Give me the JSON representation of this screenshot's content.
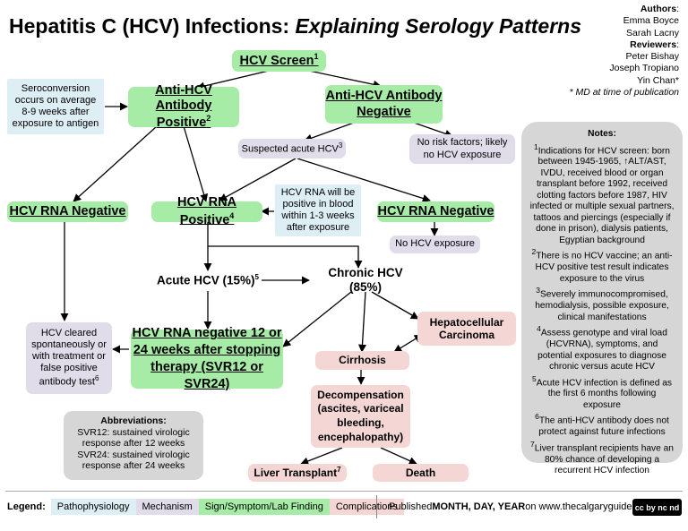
{
  "header": {
    "title_main": "Hepatitis C (HCV) Infections: ",
    "title_sub": "Explaining Serology Patterns"
  },
  "authors": {
    "authors_label": "Authors",
    "authors": [
      "Emma Boyce",
      "Sarah Lacny"
    ],
    "reviewers_label": "Reviewers",
    "reviewers": [
      "Peter Bishay",
      "Joseph Tropiano",
      "Yin Chan*"
    ],
    "footnote": "* MD at time of publication"
  },
  "nodes": {
    "hcv_screen": "HCV Screen",
    "hcv_screen_sup": "1",
    "seroconversion": "Seroconversion occurs on average 8-9 weeks after exposure to antigen",
    "anti_pos": "Anti-HCV Antibody Positive",
    "anti_pos_sup": "2",
    "anti_neg": "Anti-HCV Antibody Negative",
    "suspected_acute": "Suspected acute HCV",
    "suspected_acute_sup": "3",
    "no_risk": "No risk factors; likely no HCV exposure",
    "rna_neg_left": "HCV RNA Negative",
    "rna_pos": "HCV RNA Positive",
    "rna_pos_sup": "4",
    "rna_will_be_pos": "HCV RNA will be positive in blood within 1-3 weeks after exposure",
    "rna_neg_right": "HCV RNA Negative",
    "no_exposure": "No HCV exposure",
    "acute": "Acute HCV (15%)",
    "acute_sup": "5",
    "chronic": "Chronic HCV (85%)",
    "hcc": "Hepatocellular Carcinoma",
    "cleared": "HCV cleared spontaneously or with treatment or false positive antibody test",
    "cleared_sup": "6",
    "svr": "HCV RNA negative 12 or 24 weeks after stopping therapy (SVR12 or SVR24)",
    "cirrhosis": "Cirrhosis",
    "decomp": "Decompensation (ascites, variceal bleeding, encephalopathy)",
    "transplant": "Liver Transplant",
    "transplant_sup": "7",
    "death": "Death"
  },
  "notes": {
    "title": "Notes:",
    "items": [
      {
        "sup": "1",
        "text": "Indications for HCV screen: born between 1945-1965, ↑ALT/AST, IVDU, received blood or organ transplant before 1992, received clotting factors before 1987, HIV infected or multiple sexual partners, tattoos and piercings (especially if done in prison), dialysis patients, Egyptian background"
      },
      {
        "sup": "2",
        "text": "There is no HCV vaccine; an anti-HCV positive test result indicates exposure to the virus"
      },
      {
        "sup": "3",
        "text": "Severely immunocompromised, hemodialysis, possible exposure, clinical manifestations"
      },
      {
        "sup": "4",
        "text": "Assess genotype and viral load (HCVRNA), symptoms, and potential exposures to diagnose chronic versus acute HCV"
      },
      {
        "sup": "5",
        "text": "Acute HCV infection is defined as the first 6 months following exposure"
      },
      {
        "sup": "6",
        "text": "The anti-HCV antibody does not protect against future infections"
      },
      {
        "sup": "7",
        "text": "Liver transplant recipients have an 80% chance of developing a recurrent HCV infection"
      }
    ]
  },
  "abbreviations": {
    "title": "Abbreviations:",
    "items": [
      "SVR12: sustained virologic response after 12 weeks",
      "SVR24: sustained virologic response after 24 weeks"
    ]
  },
  "legend": {
    "label": "Legend:",
    "items": [
      "Pathophysiology",
      "Mechanism",
      "Sign/Symptom/Lab Finding",
      "Complications"
    ]
  },
  "footer": {
    "published_prefix": "Published ",
    "published_date": "MONTH, DAY, YEAR",
    "published_suffix": " on www.thecalgaryguide.com",
    "license": "cc by nc nd"
  },
  "colors": {
    "pathophysiology": "#ddeef5",
    "mechanism": "#e1dcea",
    "sign_symptom_lab": "#a6eca6",
    "complications": "#f4d7d5",
    "notes_bg": "#d6d6d6"
  }
}
